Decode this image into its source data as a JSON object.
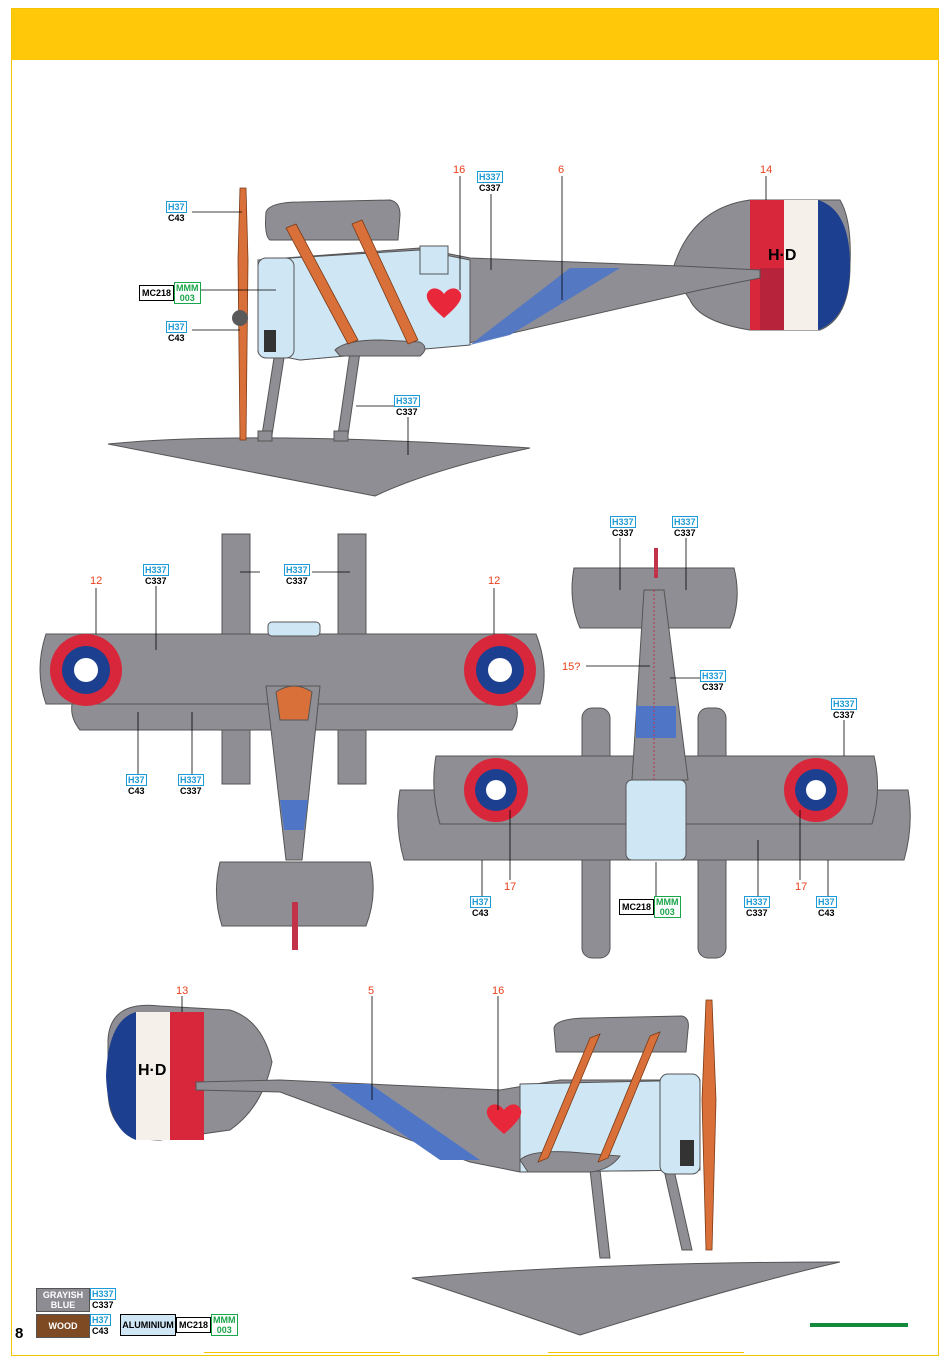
{
  "page": {
    "number": "8"
  },
  "callouts": {
    "n16": "16",
    "n6": "6",
    "n14": "14",
    "n12": "12",
    "n15": "15?",
    "n17": "17",
    "n13": "13",
    "n5": "5"
  },
  "paint": {
    "h37": "H37",
    "c43": "C43",
    "h337": "H337",
    "c337": "C337",
    "mc218": "MC218",
    "mmm": "MMM",
    "mmm_code": "003"
  },
  "fuselage_code": "H·D",
  "legend": {
    "grayish_blue": {
      "name": "GRAYISH BLUE",
      "l1": "GRAYISH",
      "l2": "BLUE",
      "h": "H337",
      "c": "C337",
      "color": "#8d8c93"
    },
    "wood": {
      "name": "WOOD",
      "h": "H37",
      "c": "C43",
      "color": "#7d4a23"
    },
    "aluminium": {
      "name": "ALUMINIUM",
      "mc": "MC218",
      "mmm": "MMM",
      "code": "003",
      "color": "#cfe6f5"
    }
  },
  "colors": {
    "band": "#ffc90a",
    "gray": "#8f8e95",
    "light_blue": "#cfe6f5",
    "blue_stripe": "#4f76c6",
    "roundel_red": "#d8273a",
    "roundel_blue": "#1d3f8f",
    "wood": "#d9703a",
    "heart": "#e8283a"
  }
}
